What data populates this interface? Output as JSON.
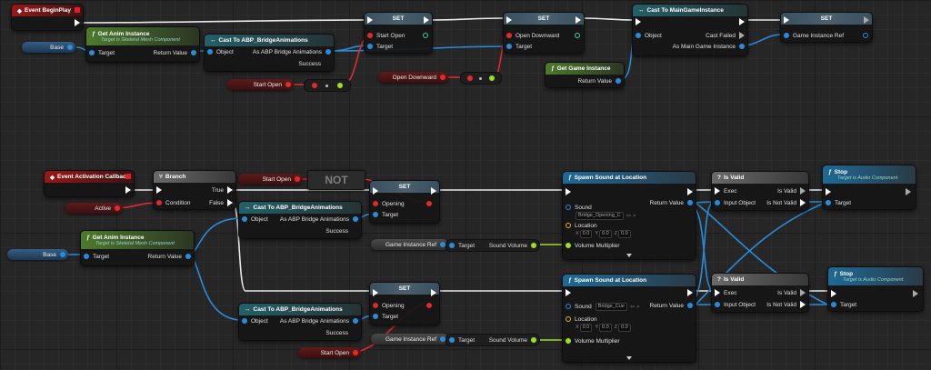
{
  "nodes": {
    "begin_play": {
      "title": "Event BeginPlay"
    },
    "anim1": {
      "title": "Get Anim Instance",
      "sub": "Target is Skeletal Mesh Component",
      "target": "Target",
      "ret": "Return Value"
    },
    "cast1": {
      "title": "Cast To ABP_BridgeAnimations",
      "object": "Object",
      "as": "As ABP Bridge Animations",
      "success": "Success"
    },
    "set1": {
      "title": "SET",
      "pin": "Start Open",
      "target": "Target"
    },
    "set2": {
      "title": "SET",
      "pin": "Open Downward",
      "target": "Target"
    },
    "cast_mgi": {
      "title": "Cast To MainGameInstance",
      "object": "Object",
      "failed": "Cast Failed",
      "as": "As Main Game Instance"
    },
    "set3": {
      "title": "SET",
      "pin": "Game Instance Ref"
    },
    "get_gi": {
      "title": "Get Game Instance",
      "ret": "Return Value"
    },
    "act_cb": {
      "title": "Event Activation Callback"
    },
    "branch": {
      "title": "Branch",
      "cond": "Condition",
      "t": "True",
      "f": "False"
    },
    "anim2": {
      "title": "Get Anim Instance",
      "sub": "Target is Skeletal Mesh Component",
      "target": "Target",
      "ret": "Return Value"
    },
    "cast2": {
      "title": "Cast To ABP_BridgeAnimations",
      "object": "Object",
      "as": "As ABP Bridge Animations",
      "success": "Success"
    },
    "cast3": {
      "title": "Cast To ABP_BridgeAnimations",
      "object": "Object",
      "as": "As ABP Bridge Animations",
      "success": "Success"
    },
    "set4": {
      "title": "SET",
      "pin": "Opening",
      "target": "Target"
    },
    "set5": {
      "title": "SET",
      "pin": "Opening",
      "target": "Target"
    },
    "spawn1": {
      "title": "Spawn Sound at Location",
      "sound": "Sound",
      "sound_val": "Bridge_Opening_C",
      "loc": "Location",
      "x": "0.0",
      "y": "0.0",
      "z": "0.0",
      "vol": "Volume Multiplier",
      "ret": "Return Value"
    },
    "spawn2": {
      "title": "Spawn Sound at Location",
      "sound": "Sound",
      "sound_val": "Bridge_Cue",
      "loc": "Location",
      "x": "0.0",
      "y": "0.0",
      "z": "0.0",
      "vol": "Volume Multiplier",
      "ret": "Return Value"
    },
    "valid1": {
      "title": "Is Valid",
      "exec": "Exec",
      "input": "Input Object",
      "is": "Is Valid",
      "isnot": "Is Not Valid"
    },
    "valid2": {
      "title": "Is Valid",
      "exec": "Exec",
      "input": "Input Object",
      "is": "Is Valid",
      "isnot": "Is Not Valid"
    },
    "stop1": {
      "title": "Stop",
      "sub": "Target is Audio Component",
      "target": "Target"
    },
    "stop2": {
      "title": "Stop",
      "sub": "Target is Audio Component",
      "target": "Target"
    },
    "not": {
      "label": "NOT"
    },
    "gir1": {
      "target": "Target",
      "sv": "Sound Volume"
    },
    "gir2": {
      "target": "Target",
      "sv": "Sound Volume"
    }
  },
  "vars": {
    "base1": "Base",
    "base2": "Base",
    "start_open1": "Start Open",
    "open_downward": "Open Downward",
    "active": "Active",
    "start_open2": "Start Open",
    "start_open3": "Start Open",
    "gi_ref1": "Game Instance Ref",
    "gi_ref2": "Game Instance Ref"
  },
  "reroute": {
    "star": "*"
  },
  "colors": {
    "exec": "#ffffff",
    "object": "#2a8cd8",
    "bool": "#e02b2b",
    "float": "#9ce021",
    "vector": "#ffbd2e"
  }
}
